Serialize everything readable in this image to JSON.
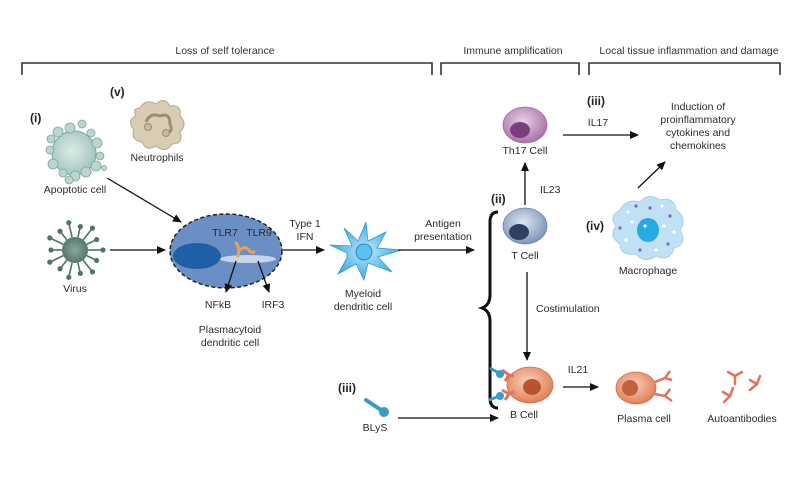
{
  "sections": [
    {
      "id": "loss",
      "label": "Loss of self tolerance"
    },
    {
      "id": "amplification",
      "label": "Immune amplification"
    },
    {
      "id": "local",
      "label": "Local tissue inflammation and damage"
    }
  ],
  "markers": {
    "i": "(i)",
    "ii": "(ii)",
    "iii_top": "(iii)",
    "iii_bottom": "(iii)",
    "iv": "(iv)",
    "v": "(v)"
  },
  "cells": {
    "apoptotic": "Apoptotic cell",
    "neutrophils": "Neutrophils",
    "virus": "Virus",
    "pdc_line1": "Plasmacytoid",
    "pdc_line2": "dendritic cell",
    "mdc_line1": "Myeloid",
    "mdc_line2": "dendritic cell",
    "th17": "Th17 Cell",
    "tcell": "T Cell",
    "bcell": "B Cell",
    "macrophage": "Macrophage",
    "plasma": "Plasma cell",
    "autoantibodies": "Autoantibodies",
    "blys": "BLyS"
  },
  "receptors": {
    "tlr7": "TLR7",
    "tlr9": "TLR9",
    "nfkb": "NFkB",
    "irf3": "IRF3"
  },
  "edges": {
    "type1_line1": "Type 1",
    "type1_line2": "IFN",
    "antigen_line1": "Antigen",
    "antigen_line2": "presentation",
    "il23": "IL23",
    "il17": "IL17",
    "costim": "Costimulation",
    "il21": "IL21"
  },
  "outcome": {
    "line1": "Induction of",
    "line2": "proinflammatory",
    "line3": "cytokines and",
    "line4": "chemokines"
  },
  "colors": {
    "pdc_fill": "#6a8fc4",
    "pdc_nucleus": "#1f5fa8",
    "mdc": "#3aa8de",
    "th17": "#b98ab8",
    "tcell": "#8fa3c4",
    "bcell": "#e8926a",
    "macrophage": "#bfe1f3",
    "apoptotic": "#b9d6d0",
    "neutrophil": "#d8ccb4",
    "virus": "#4d7465",
    "antibody": "#e2735a",
    "blys": "#3b9bc7"
  }
}
